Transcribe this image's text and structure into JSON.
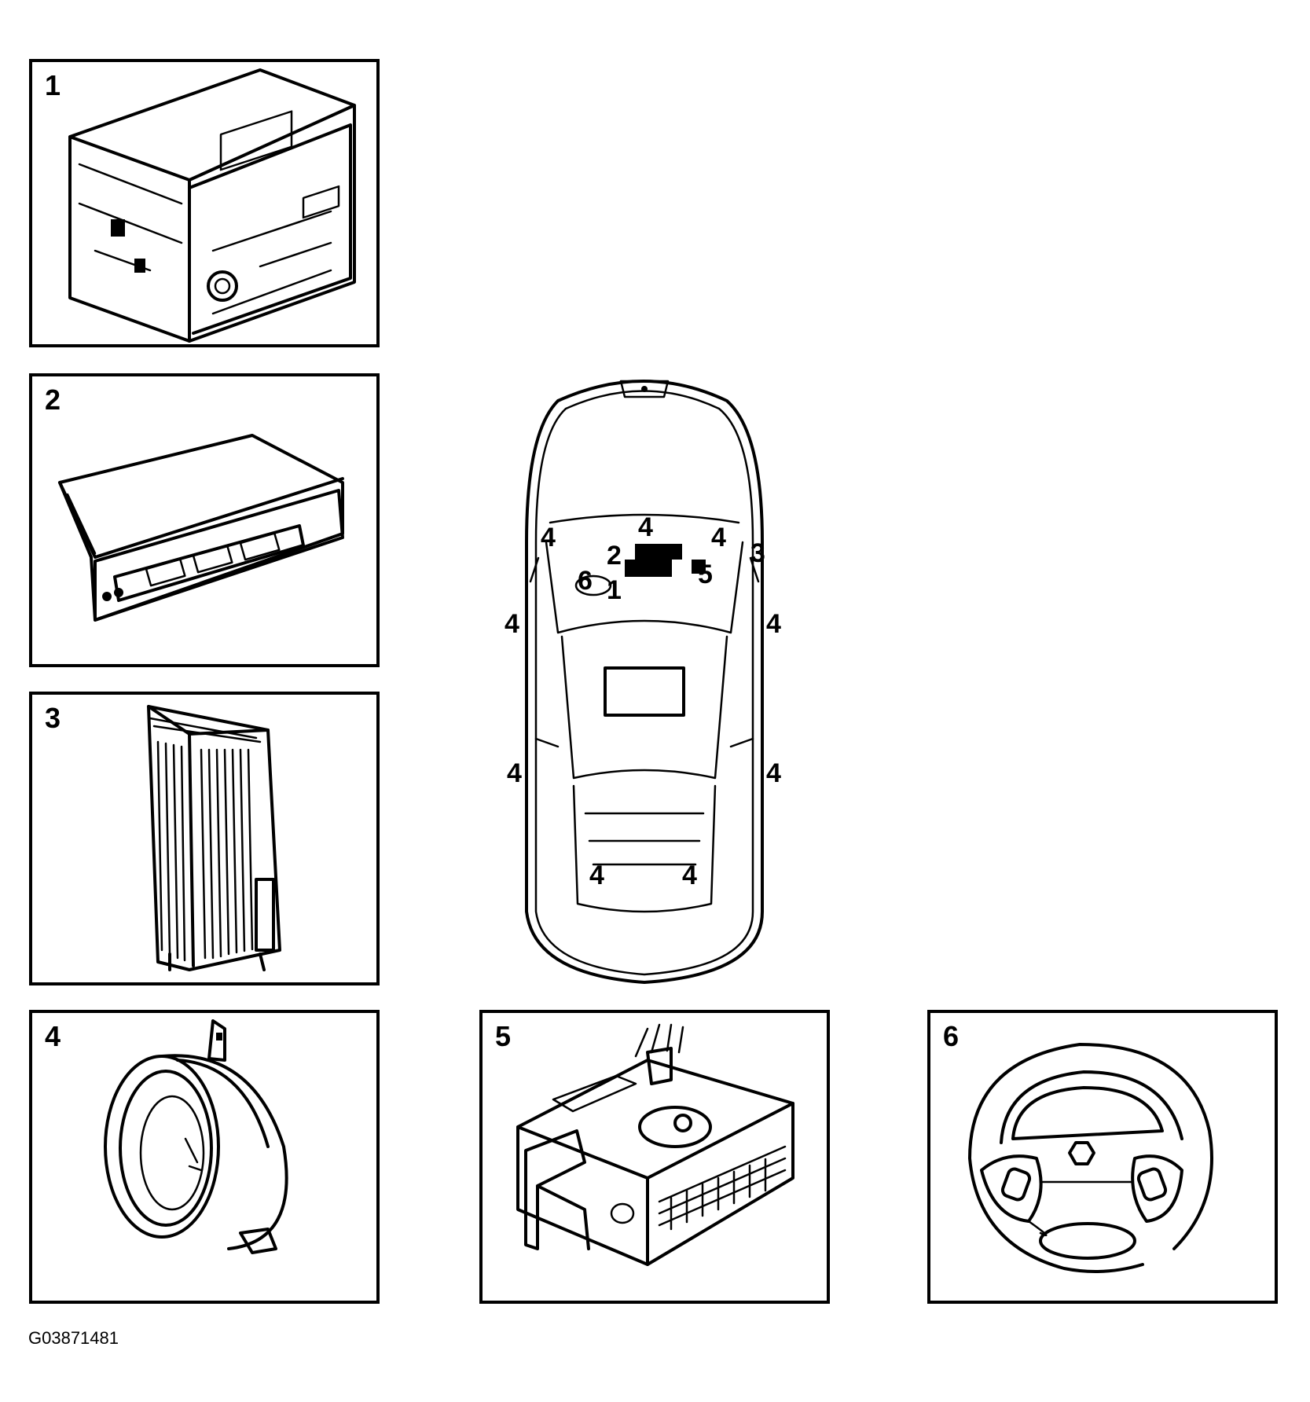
{
  "figure_id": "G03871481",
  "panels": [
    {
      "number": "1",
      "component_icon": "radio-head-unit-icon"
    },
    {
      "number": "2",
      "component_icon": "cd-changer-icon"
    },
    {
      "number": "3",
      "component_icon": "audio-amplifier-icon"
    },
    {
      "number": "4",
      "component_icon": "speaker-icon"
    },
    {
      "number": "5",
      "component_icon": "control-module-connector-icon"
    },
    {
      "number": "6",
      "component_icon": "steering-wheel-controls-icon"
    }
  ],
  "car_callouts": [
    {
      "label": "4",
      "location": "left windshield pillar"
    },
    {
      "label": "4",
      "location": "center dash"
    },
    {
      "label": "4",
      "location": "right windshield pillar"
    },
    {
      "label": "3",
      "location": "right side"
    },
    {
      "label": "2",
      "location": "center console"
    },
    {
      "label": "5",
      "location": "console"
    },
    {
      "label": "6",
      "location": "steering wheel"
    },
    {
      "label": "1",
      "location": "center console"
    },
    {
      "label": "4",
      "location": "left front door"
    },
    {
      "label": "4",
      "location": "right front door"
    },
    {
      "label": "4",
      "location": "left rear door"
    },
    {
      "label": "4",
      "location": "right rear door"
    },
    {
      "label": "4",
      "location": "rear shelf left"
    },
    {
      "label": "4",
      "location": "rear shelf right"
    }
  ]
}
